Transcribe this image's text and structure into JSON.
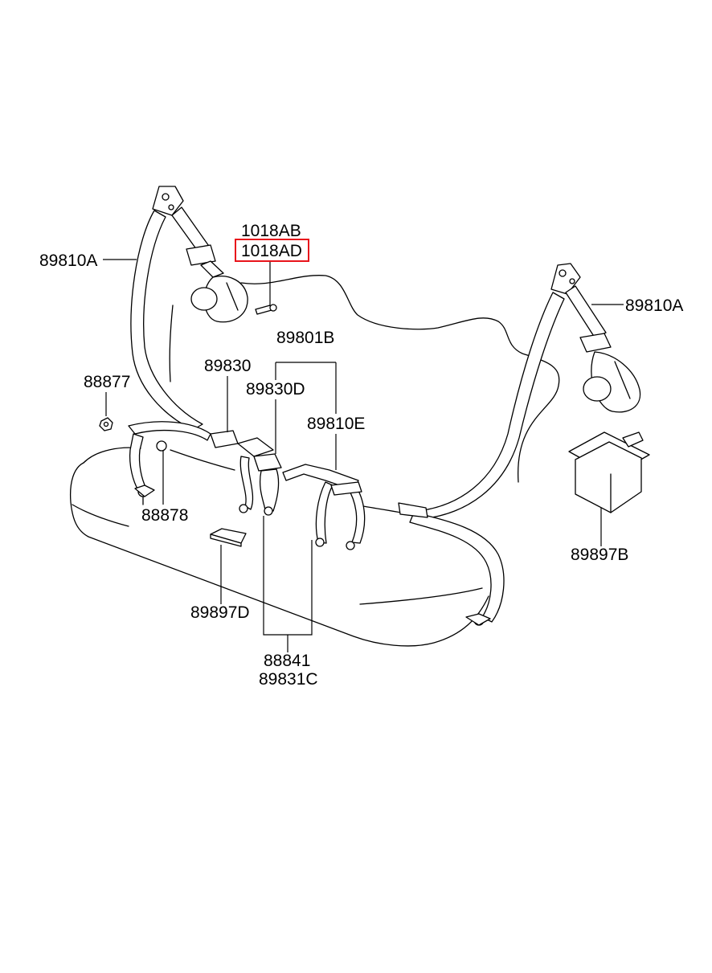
{
  "highlight_color": "#e8141b",
  "labels": {
    "part_1018AB": "1018AB",
    "part_1018AD": "1018AD",
    "part_89810A_left": "89810A",
    "part_89810A_right": "89810A",
    "part_88877": "88877",
    "part_89830": "89830",
    "part_89801B": "89801B",
    "part_89830D": "89830D",
    "part_89810E": "89810E",
    "part_88878": "88878",
    "part_89897D": "89897D",
    "part_89897B": "89897B",
    "part_88841": "88841",
    "part_89831C": "89831C"
  },
  "highlighted_part": "1018AD"
}
